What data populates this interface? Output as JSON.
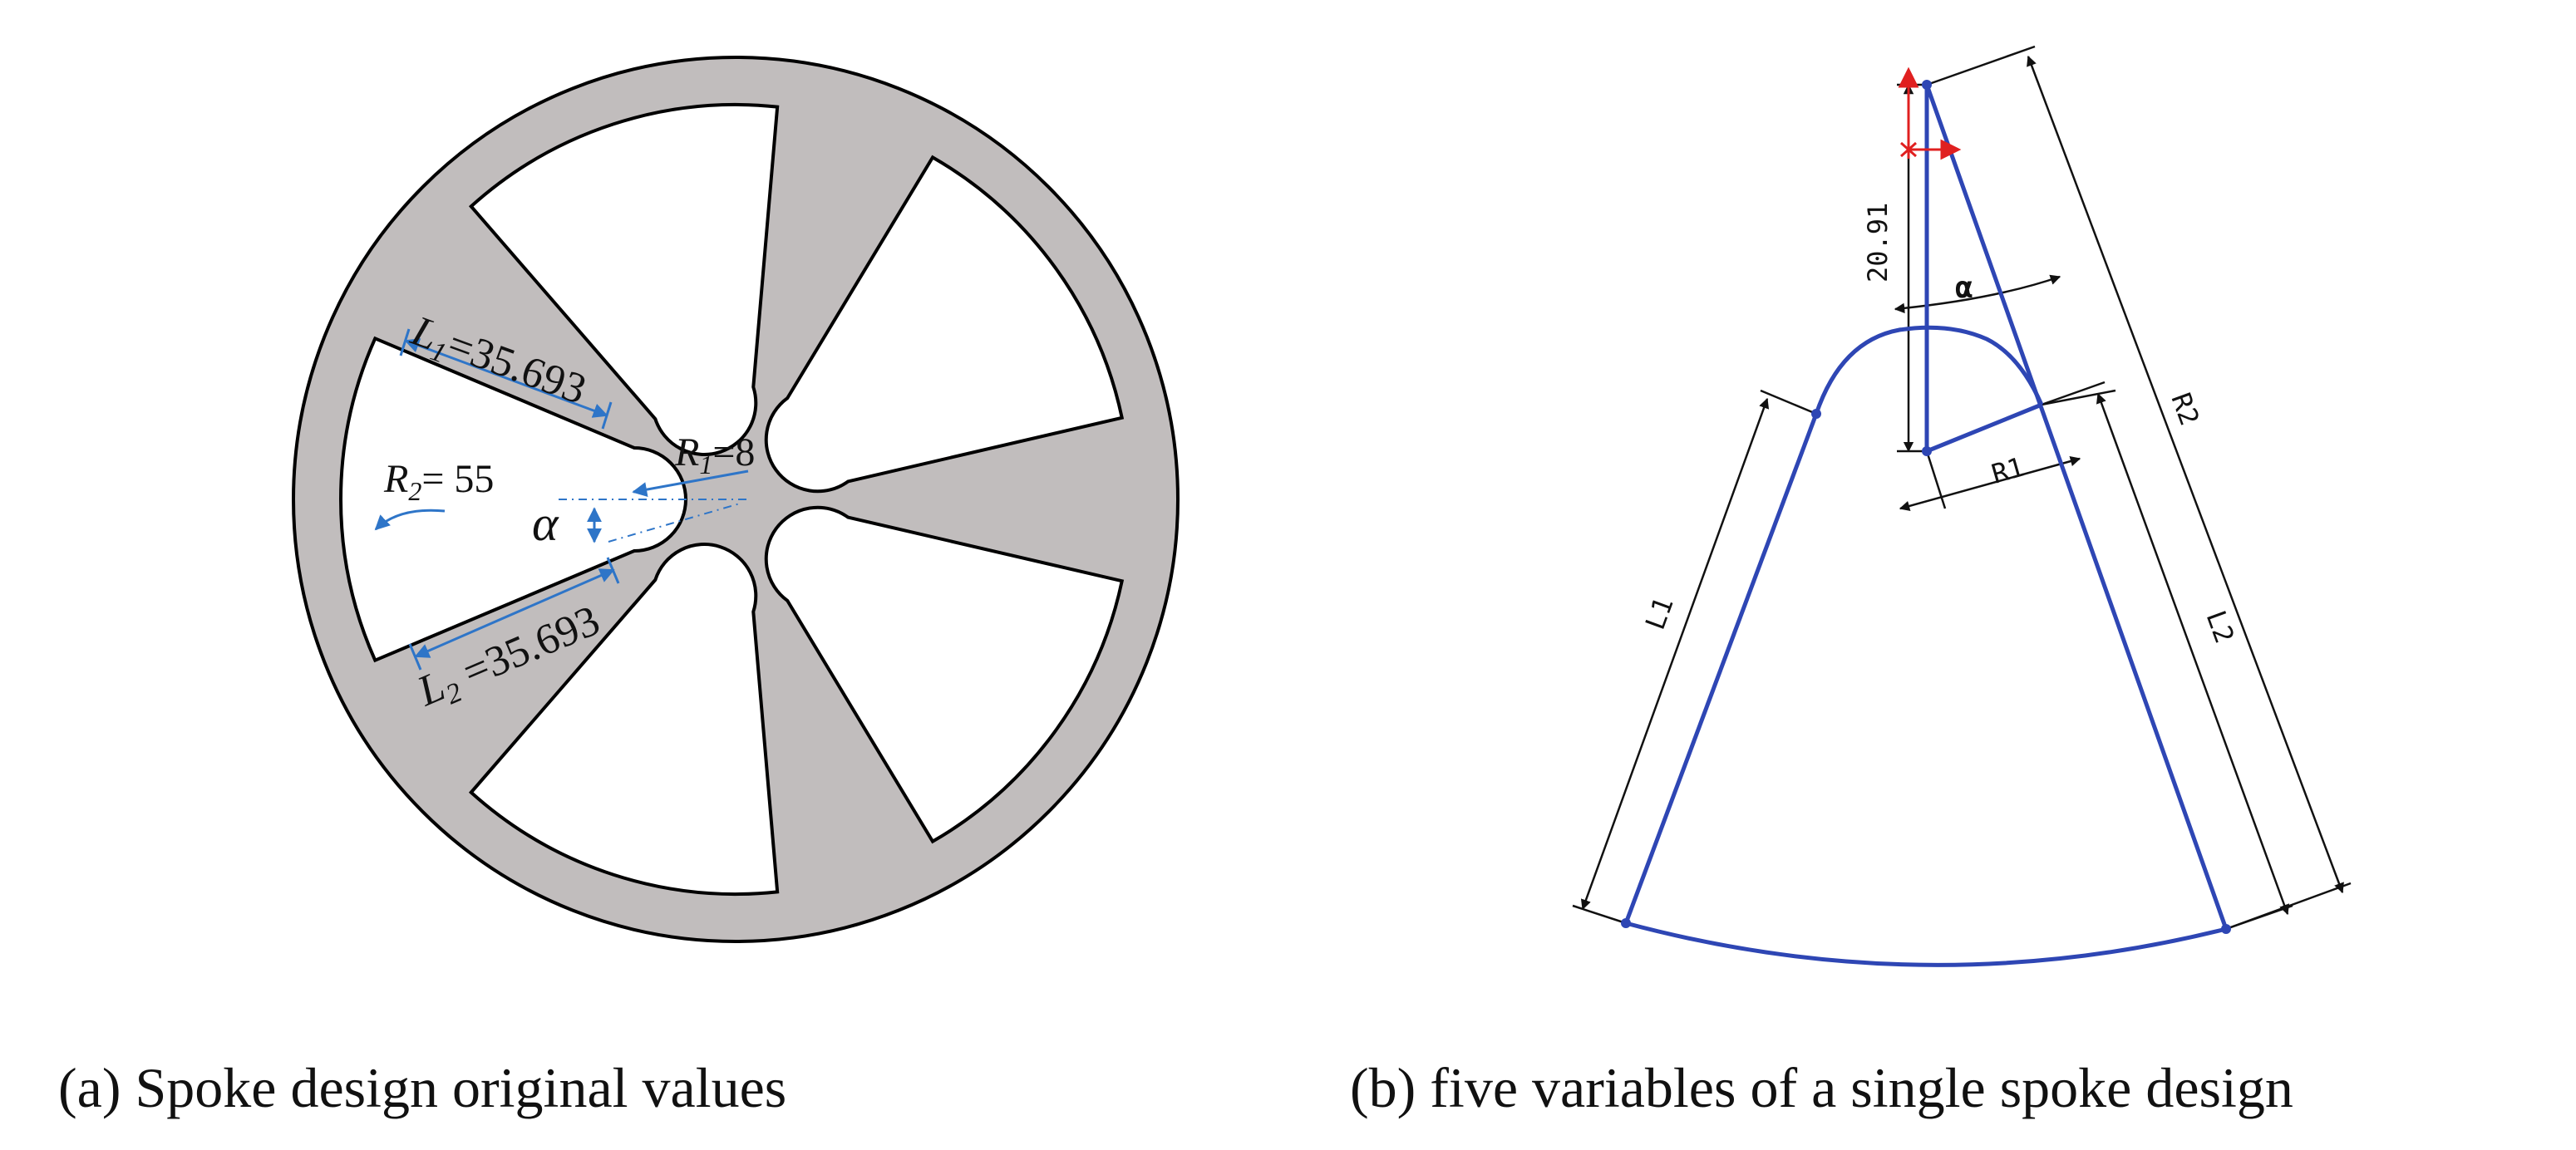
{
  "colors": {
    "wheel_fill": "#c1bdbd",
    "wheel_stroke": "#000000",
    "annotation_blue": "#2e75c8",
    "sketch_blue": "#2e46b4",
    "constraint_red": "#e02020",
    "dimension_black": "#111111"
  },
  "panel_a": {
    "caption": "(a)   Spoke design original values",
    "labels": {
      "l1": "L",
      "l1_sub": "1",
      "l1_value": "=35.693",
      "l2": "L",
      "l2_sub": "2",
      "l2_value": " =35.693",
      "r1": "R",
      "r1_sub": "1",
      "r1_value": "=8",
      "r2": "R",
      "r2_sub": "2",
      "r2_value": "= 55",
      "alpha": "α"
    }
  },
  "panel_b": {
    "caption": "(b) five variables of a single spoke design",
    "labels": {
      "height": "20.91",
      "alpha": "α",
      "r1": "R1",
      "r2": "R2",
      "l1": "L1",
      "l2": "L2"
    }
  }
}
